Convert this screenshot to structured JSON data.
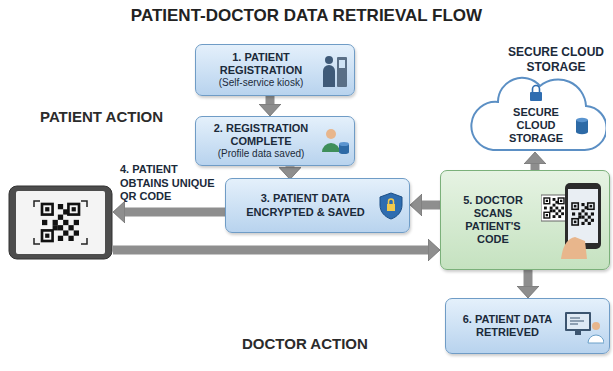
{
  "diagram": {
    "title": "PATIENT-DOCTOR DATA RETRIEVAL FLOW",
    "nodes": [
      {
        "text": [
          "1. PATIENT REGISTRATION",
          "(Self-service kiosk)"
        ]
      },
      {
        "text": [
          "2. REGISTRATION COMPLETE",
          "(Profile data saved)"
        ]
      },
      {
        "text": [
          "3. PATIENT DATA ENCRYPTED & SAVED"
        ]
      },
      {
        "text": [
          "4. PATIENT OBTAINS UNIQUE QR CODE"
        ]
      },
      {
        "text": [
          "SECURE CLOUD STORAGE",
          "SECURE CLOUD STORAGE"
        ]
      },
      {
        "text": [
          "5. DOCTOR SCANS PATIENT'S CODE"
        ]
      },
      {
        "text": [
          "6. PATIENT DATA RETRIEVED"
        ]
      }
    ],
    "edges": [
      {
        "from": 0,
        "to": 1,
        "arrow": "to"
      },
      {
        "from": 1,
        "to": 2,
        "arrow": "to"
      },
      {
        "from": 2,
        "to": 3,
        "arrow": "to"
      },
      {
        "from": 3,
        "to": 5,
        "arrow": "to"
      },
      {
        "from": 5,
        "to": 2,
        "arrow": "to"
      },
      {
        "from": 5,
        "to": 4,
        "arrow": "to"
      },
      {
        "from": 5,
        "to": 6,
        "arrow": "to"
      }
    ],
    "labels": [
      "PATIENT ACTION",
      "DOCTOR ACTION"
    ]
  }
}
